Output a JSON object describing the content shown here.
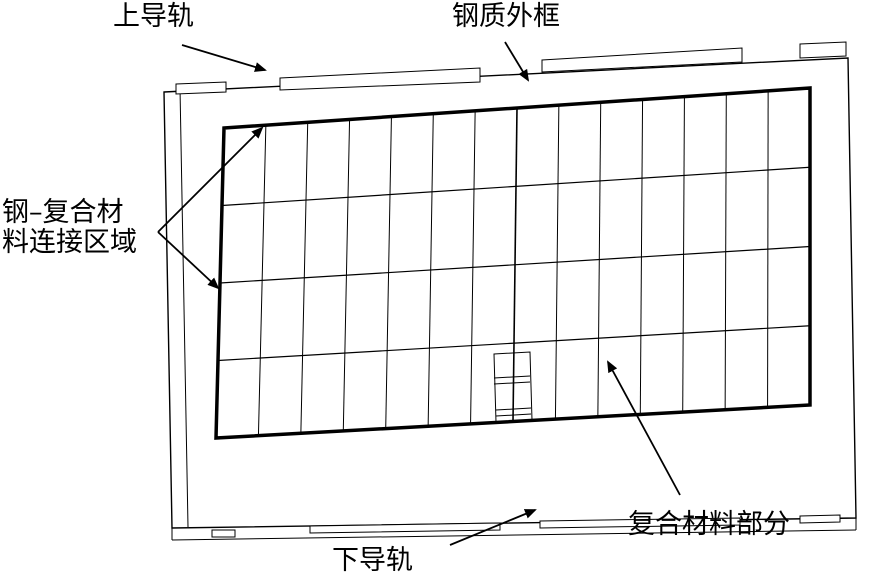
{
  "labels": {
    "top_rail": "上导轨",
    "steel_frame": "钢质外框",
    "steel_composite_joint_line1": "钢–复合材",
    "steel_composite_joint_line2": "料连接区域",
    "composite_part": "复合材料部分",
    "bottom_rail": "下导轨"
  },
  "panel_grid": {
    "vertical_divisions": 14,
    "horizontal_divisions": 4
  },
  "colors": {
    "line": "#000000",
    "background": "#ffffff"
  }
}
